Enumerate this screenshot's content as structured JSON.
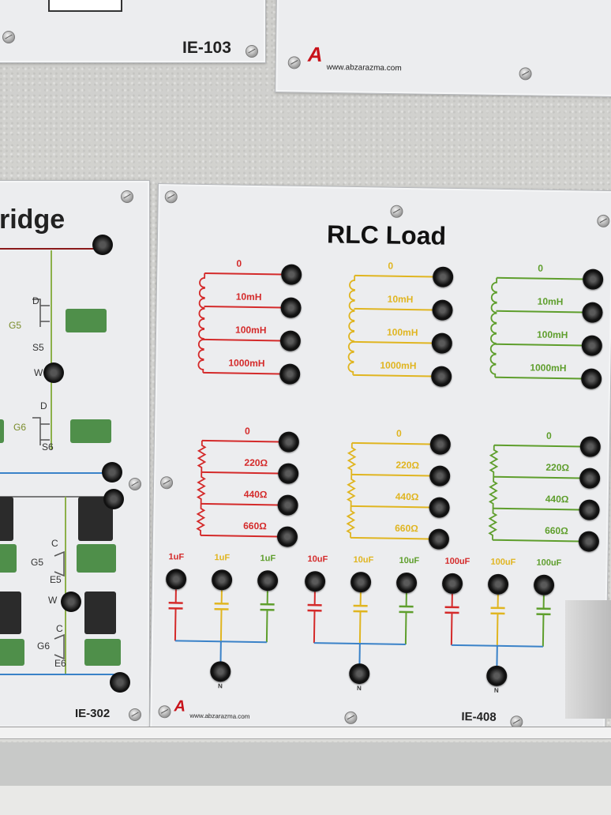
{
  "panels": {
    "top_left_code": "IE-103",
    "top_right_website": "www.abzarazma.com",
    "left_panel": {
      "title_fragment": "ridge",
      "labels": [
        "G5",
        "S5",
        "D",
        "W",
        "D",
        "G6",
        "S6",
        "C",
        "G5",
        "E5",
        "W",
        "C",
        "G6",
        "E6"
      ],
      "code": "IE-302"
    },
    "main_panel": {
      "title": "RLC Load",
      "inductor_labels": [
        "0",
        "10mH",
        "100mH",
        "1000mH"
      ],
      "resistor_labels": [
        "0",
        "220Ω",
        "440Ω",
        "660Ω"
      ],
      "capacitor_labels": [
        "1uF",
        "1uF",
        "1uF",
        "10uF",
        "10uF",
        "10uF",
        "100uF",
        "100uF",
        "100uF"
      ],
      "neutral_label": "N",
      "website": "www.abzarazma.com",
      "code": "IE-408"
    }
  },
  "colors": {
    "red": "#d42a2a",
    "yellow": "#e0b520",
    "green": "#5e9e2c",
    "blue": "#3a82c8",
    "panel": "#ecedef",
    "terminal_green": "#4f8f4a"
  }
}
